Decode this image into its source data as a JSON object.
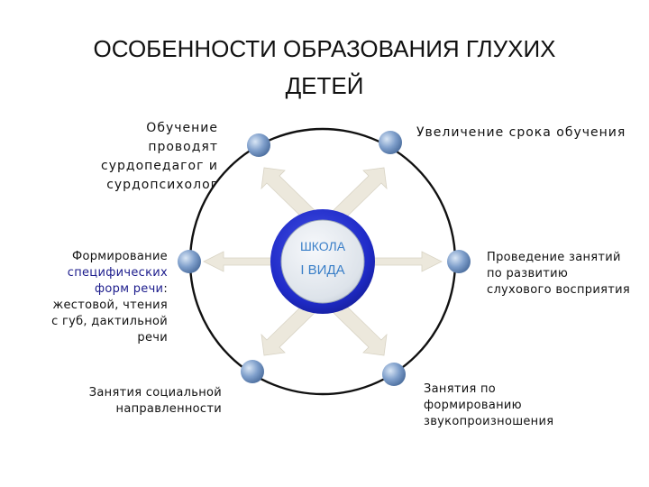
{
  "title_line1": "ОСОБЕННОСТИ ОБРАЗОВАНИЯ ГЛУХИХ",
  "title_line2": "ДЕТЕЙ",
  "center": {
    "line1": "ШКОЛА",
    "line2": "I ВИДА"
  },
  "nodes": {
    "top_left": [
      "Обучение",
      "проводят",
      "сурдопедагог и",
      "сурдопсихолог"
    ],
    "top_right": [
      "Увеличение срока обучения"
    ],
    "mid_left": {
      "line1": "Формирование",
      "accent1": "специфических",
      "accent2": "форм речи",
      "after2": ":",
      "line4": "жестовой, чтения",
      "line5": "с губ, дактильной",
      "line6": "речи"
    },
    "mid_right": [
      "Проведение занятий",
      "по развитию",
      "слухового восприятия"
    ],
    "bottom_left": [
      "Занятия социальной",
      "направленности"
    ],
    "bottom_right": [
      "Занятия по",
      "формированию",
      "звукопроизношения"
    ]
  },
  "colors": {
    "ring": "#111111",
    "center_outer": "#1f2bc8",
    "center_inner": "#e6ebf0",
    "center_text": "#3a7fc8",
    "node": "#6f93c2",
    "arrow": "#ece8dc",
    "accent_text": "#1c1c8c"
  },
  "icons": [
    "node-sphere-icon",
    "arrow-icon"
  ]
}
